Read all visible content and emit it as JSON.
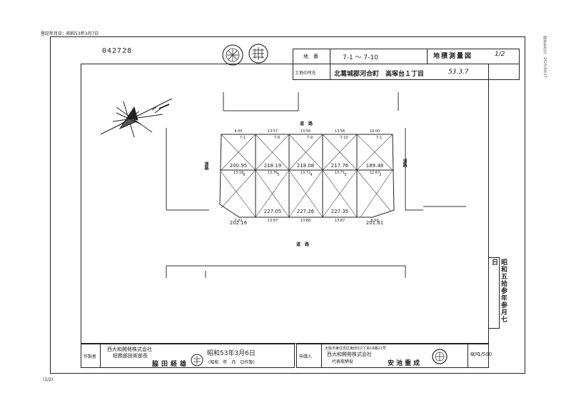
{
  "header": {
    "registration_date": "登記年月日：昭和53年3月7日",
    "serial": "042728",
    "page_indicator": "(1/2)",
    "right_margin_note": "請求年月日：2025/04/17"
  },
  "title_block": {
    "lot_label": "地　番",
    "lot_value": "7-1 〜 7-10",
    "location_label": "土地の所在",
    "location_value": "北葛城郡河合町　高塚台１丁目",
    "doc_title": "地積測量図",
    "doc_page": "1/2",
    "handwritten_date": "53.3.7"
  },
  "plot": {
    "road_top": "道　路",
    "road_bottom": "道　路",
    "road_left": "道路",
    "road_right": "道路",
    "lots": [
      {
        "id": "7-1",
        "area": "200.95"
      },
      {
        "id": "7-8",
        "area": "218.19"
      },
      {
        "id": "7-9",
        "area": "218.08"
      },
      {
        "id": "7-10",
        "area": "217.76"
      },
      {
        "id": "7-1",
        "area": "189.48"
      },
      {
        "id": "6",
        "area": "202.16"
      },
      {
        "id": "5",
        "area": "227.05"
      },
      {
        "id": "4",
        "area": "227.26"
      },
      {
        "id": "3",
        "area": "227.35"
      },
      {
        "id": "2",
        "area": "201.61"
      }
    ],
    "dimensions_top": [
      "9.00",
      "13.57",
      "13.56",
      "13.56",
      "10.00"
    ],
    "dimensions_mid": [
      "13.18",
      "13.76",
      "13.72",
      "13.71",
      "12.67"
    ],
    "dimensions_bottom": [
      "7.02",
      "13.87",
      "13.88",
      "13.87",
      "6.50"
    ]
  },
  "stamp_vertical": "昭和五拾参年参月七日",
  "footer": {
    "maker_label": "作製者",
    "maker_company": "西大和開発株式会社",
    "maker_title": "総務部技術部長",
    "maker_name": "脇田経雄",
    "made_date": "昭和53年3月6日",
    "date_sub": "(昭和　年　月　日作製)",
    "applicant_label": "申請人",
    "applicant_address": "大阪市東住吉区東田辺2丁目18番21号",
    "applicant_company": "西大和開発株式会社",
    "applicant_title": "代表取締役",
    "applicant_name": "安池重成",
    "scale_label": "縮尺",
    "scale_value": "1/500"
  }
}
